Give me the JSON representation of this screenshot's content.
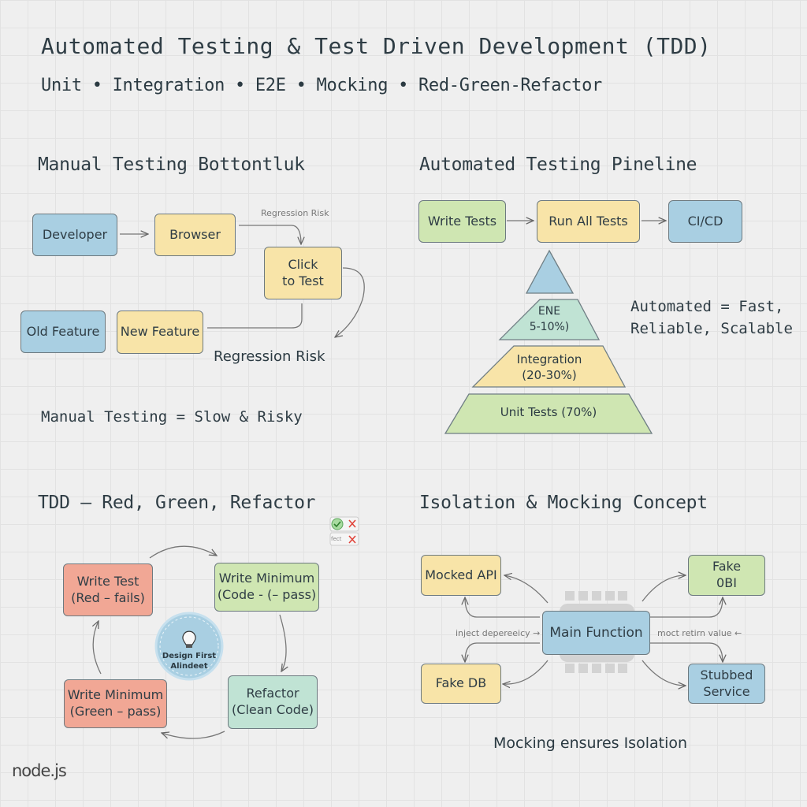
{
  "title": "Automated Testing & Test Driven Development (TDD)",
  "subtitle": "Unit • Integration • E2E • Mocking • Red-Green-Refactor",
  "manual": {
    "heading": "Manual Testing Bottontluk",
    "developer": "Developer",
    "browser": "Browser",
    "click": "Click\nto Test",
    "old": "Old Feature",
    "new": "New Feature",
    "risk_small": "Regression Risk",
    "risk": "Regression Risk",
    "summary": "Manual Testing = Slow & Risky"
  },
  "automated": {
    "heading": "Automated Testing Pineline",
    "write": "Write Tests",
    "run": "Run All Tests",
    "cicd": "CI/CD",
    "e2e": "ENE\n5-10%)",
    "integration": "Integration\n(20-30%)",
    "unit": "Unit Tests (70%)",
    "summary": "Automated = Fast,\nReliable, Scalable"
  },
  "tdd": {
    "heading": "TDD – Red, Green, Refactor",
    "write_test": "Write Test\n(Red – fails)",
    "write_min_top": "Write Minimum\n(Code - (– pass)",
    "refactor": "Refactor\n(Clean Code)",
    "write_min_bottom": "Write Minimum\n(Green – pass)",
    "center": "Design First\nAlindeet",
    "badge_text": "fect"
  },
  "mocking": {
    "heading": "Isolation & Mocking Concept",
    "mocked_api": "Mocked API",
    "fake_obi": "Fake\n0BI",
    "main": "Main Function",
    "fake_db": "Fake DB",
    "stubbed": "Stubbed\nService",
    "inject": "inject depereeicy →",
    "mock_return": "moct retirn value ←",
    "summary": "Mocking ensures Isolation"
  },
  "logo": "node.js",
  "colors": {
    "blue": "#a9cfe2",
    "yellow": "#f8e4a8",
    "green": "#cfe6b2",
    "red": "#f1a795",
    "teal": "#c0e3d4"
  }
}
